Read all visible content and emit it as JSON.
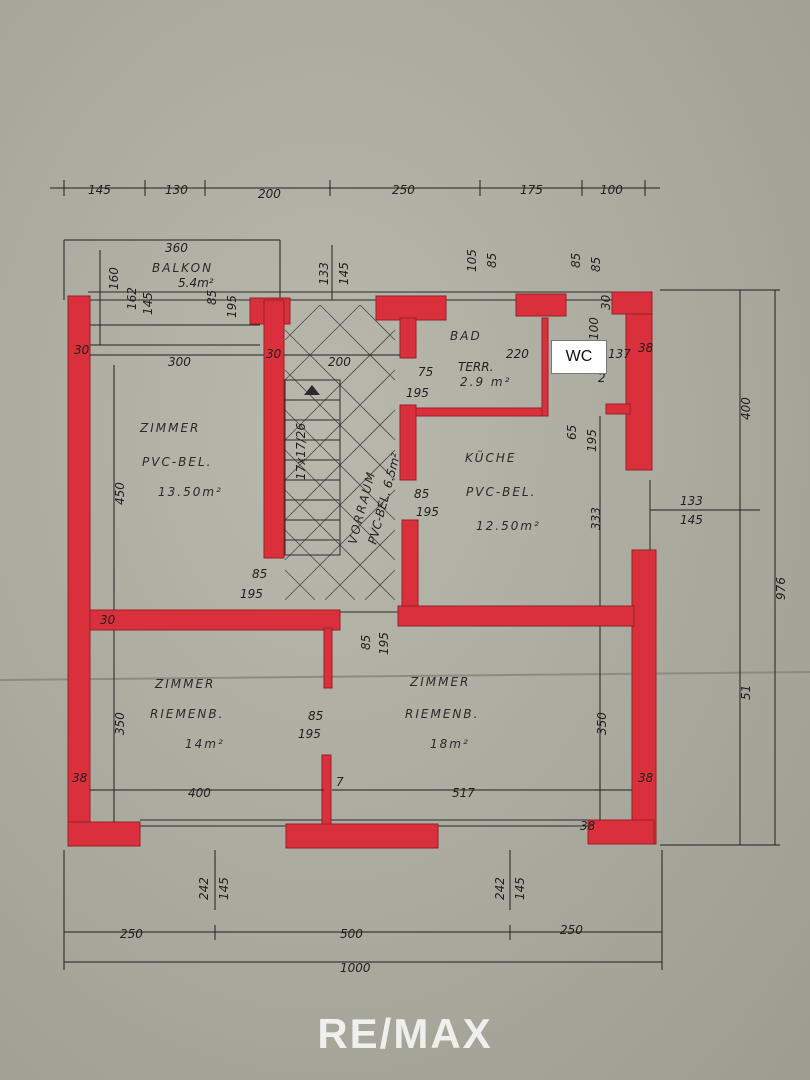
{
  "plan": {
    "dims_top": [
      "145",
      "130",
      "200",
      "250",
      "175",
      "100"
    ],
    "balkon": {
      "label": "BALKON",
      "area": "5.4m²",
      "width": "360",
      "d1": "160",
      "d2": "162",
      "d3": "145",
      "d4": "85",
      "d5": "195"
    },
    "top_openings": [
      "133",
      "145",
      "105",
      "85",
      "85",
      "85",
      "30"
    ],
    "rooms": {
      "zimmer_left": {
        "name": "ZIMMER",
        "floor": "PVC-BEL.",
        "area": "13.50m²"
      },
      "vorraum": {
        "name": "VORRAUM",
        "floor": "PVC-BEL. 6.5m²"
      },
      "stairs": {
        "label": "17x17/26"
      },
      "bad": {
        "name": "BAD",
        "floor": "TERR.",
        "area": "2.9 m²"
      },
      "kueche": {
        "name": "KÜCHE",
        "floor": "PVC-BEL.",
        "area": "12.50m²"
      },
      "zimmer_bl": {
        "name": "ZIMMER",
        "floor": "RIEMENB.",
        "area": "14m²"
      },
      "zimmer_br": {
        "name": "ZIMMER",
        "floor": "RIEMENB.",
        "area": "18m²"
      }
    },
    "wc_label": "WC",
    "inner_dims": {
      "w300": "300",
      "w200": "200",
      "w220": "220",
      "w137": "137",
      "h450": "450",
      "h333": "333",
      "h350l": "350",
      "h350r": "350",
      "w400": "400",
      "w517": "517",
      "d85a": "85",
      "d195a": "195",
      "d85b": "85",
      "d195b": "195",
      "d85c": "85",
      "d195c": "195",
      "d85d": "85",
      "d195d": "195",
      "d65a": "65",
      "d195e": "195",
      "d75": "75",
      "d195f": "195",
      "w30a": "30",
      "w30b": "30",
      "w30c": "30",
      "w38a": "38",
      "w38b": "38",
      "w38c": "38",
      "w38d": "38",
      "w7": "7",
      "w2": "2",
      "w100": "100"
    },
    "right_dims": {
      "d400": "400",
      "d133": "133",
      "d145": "145",
      "d976": "976",
      "d51": "51"
    },
    "bottom_windows": [
      "242",
      "145",
      "242",
      "145"
    ],
    "dims_bottom": [
      "250",
      "500",
      "250"
    ],
    "total_width": "1000"
  },
  "logo": "RE/MAX",
  "colors": {
    "wall": "#d9303c",
    "paper": "#aaa99e",
    "ink": "#1f1f1f"
  }
}
